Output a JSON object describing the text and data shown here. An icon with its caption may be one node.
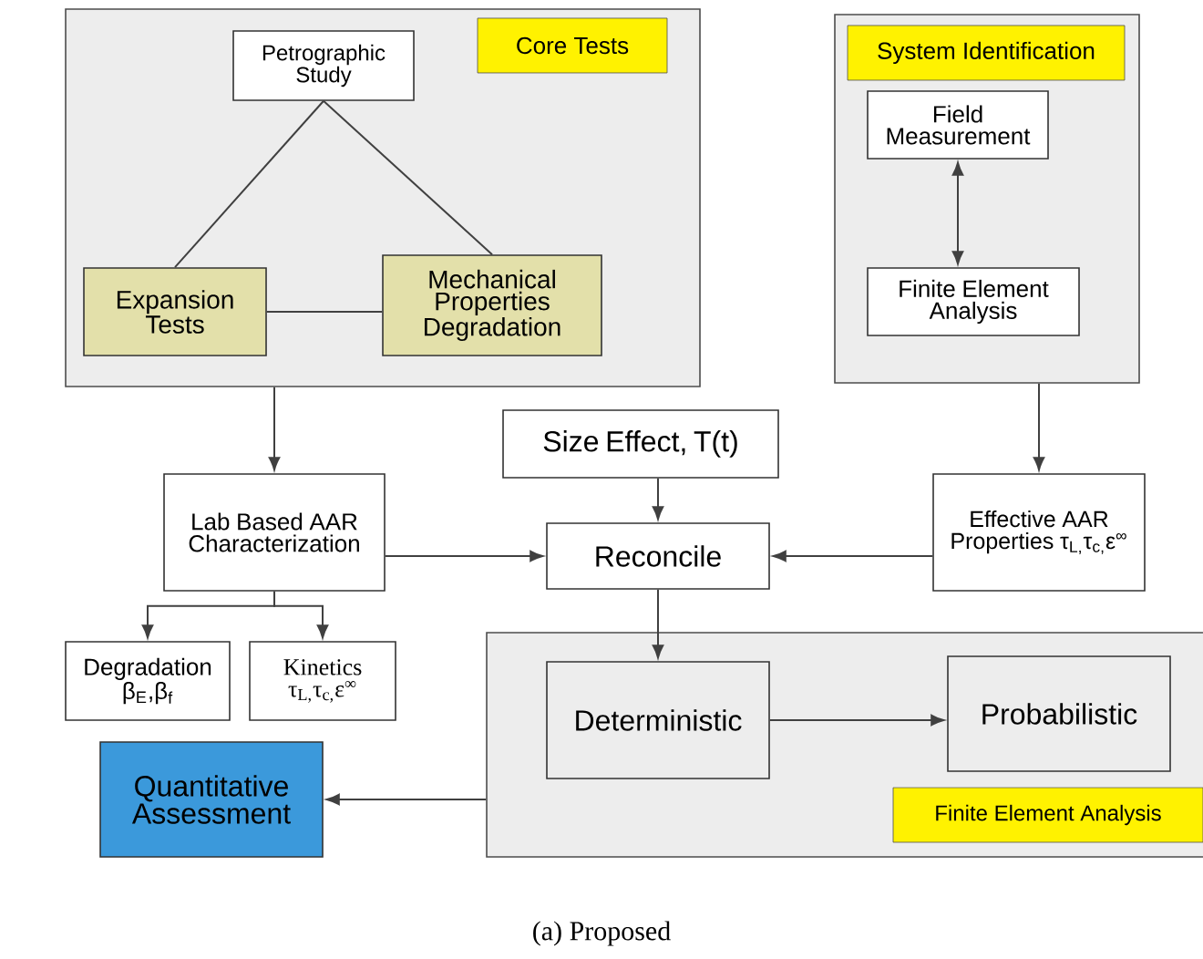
{
  "diagram": {
    "caption": "(a) Proposed",
    "nodes": [
      {
        "text": [
          "Core Tests"
        ]
      },
      {
        "text": [
          "Petrographic Study"
        ],
        "in": 0
      },
      {
        "text": [
          "Expansion Tests"
        ],
        "in": 0
      },
      {
        "text": [
          "Mechanical Properties Degradation"
        ],
        "in": 0
      },
      {
        "text": [
          "System Identification"
        ]
      },
      {
        "text": [
          "Field Measurement"
        ],
        "in": 4
      },
      {
        "text": [
          "Finite Element Analysis"
        ],
        "in": 4
      },
      {
        "text": [
          "Lab Based AAR Characterization"
        ]
      },
      {
        "text": [
          "Size Effect, T(t)"
        ]
      },
      {
        "text": [
          "Reconcile"
        ]
      },
      {
        "text": [
          "Effective AAR Properties τ$_{L,}$τ$_{c,}$ε$^{∞}$"
        ]
      },
      {
        "text": [
          "Degradation β$_{E}$,β$_{f}$"
        ]
      },
      {
        "text": [
          "Kinetics τ$_{L,}$τ$_{c,}$ε$^{∞}$"
        ]
      },
      {
        "text": [
          "Finite Element Analysis"
        ]
      },
      {
        "text": [
          "Deterministic"
        ],
        "in": 13
      },
      {
        "text": [
          "Probabilistic"
        ],
        "in": 13
      },
      {
        "text": [
          "Quantitative Assessment"
        ]
      }
    ],
    "edges": [
      {
        "from": 1,
        "to": 2,
        "arrow": "none"
      },
      {
        "from": 1,
        "to": 3,
        "arrow": "none"
      },
      {
        "from": 2,
        "to": 3,
        "arrow": "none"
      },
      {
        "from": 5,
        "to": 6,
        "arrow": "both"
      },
      {
        "from": 0,
        "to": 7,
        "arrow": "to"
      },
      {
        "from": 4,
        "to": 10,
        "arrow": "to"
      },
      {
        "from": 8,
        "to": 9,
        "arrow": "to"
      },
      {
        "from": 7,
        "to": 9,
        "arrow": "to"
      },
      {
        "from": 10,
        "to": 9,
        "arrow": "to"
      },
      {
        "from": 7,
        "to": 11,
        "arrow": "to"
      },
      {
        "from": 7,
        "to": 12,
        "arrow": "to"
      },
      {
        "from": 9,
        "to": 14,
        "arrow": "to"
      },
      {
        "from": 14,
        "to": 15,
        "arrow": "to"
      },
      {
        "from": 13,
        "to": 16,
        "arrow": "to"
      }
    ]
  }
}
